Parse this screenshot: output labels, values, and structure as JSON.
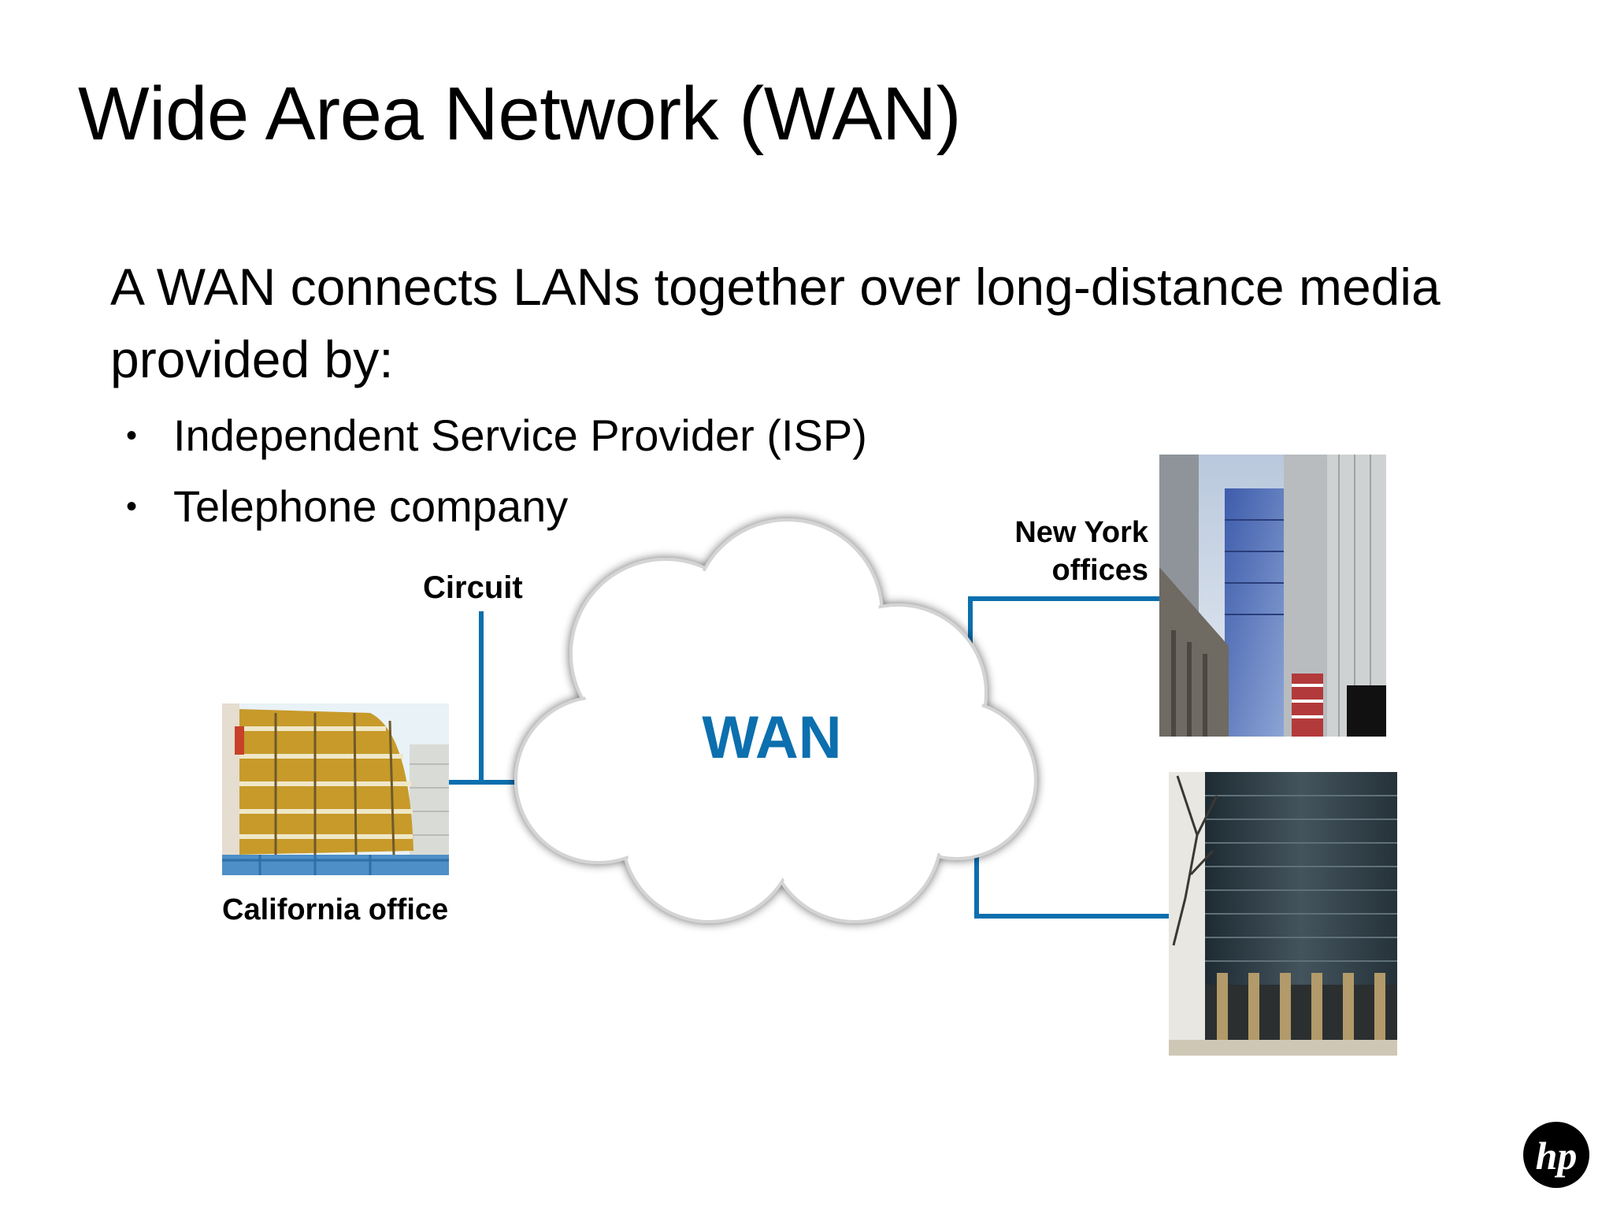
{
  "slide": {
    "title": "Wide Area Network (WAN)",
    "intro": "A WAN connects LANs together over long-distance media provided by:",
    "bullets": [
      "Independent Service Provider (ISP)",
      "Telephone company"
    ]
  },
  "diagram": {
    "cloud_label": "WAN",
    "circuit_label": "Circuit",
    "california_label": "California office",
    "new_york_label_line1": "New York",
    "new_york_label_line2": "offices",
    "link_color": "#0c6fae",
    "nodes": [
      "California office",
      "New York offices"
    ]
  },
  "logo": {
    "icon": "hp-logo-icon"
  }
}
